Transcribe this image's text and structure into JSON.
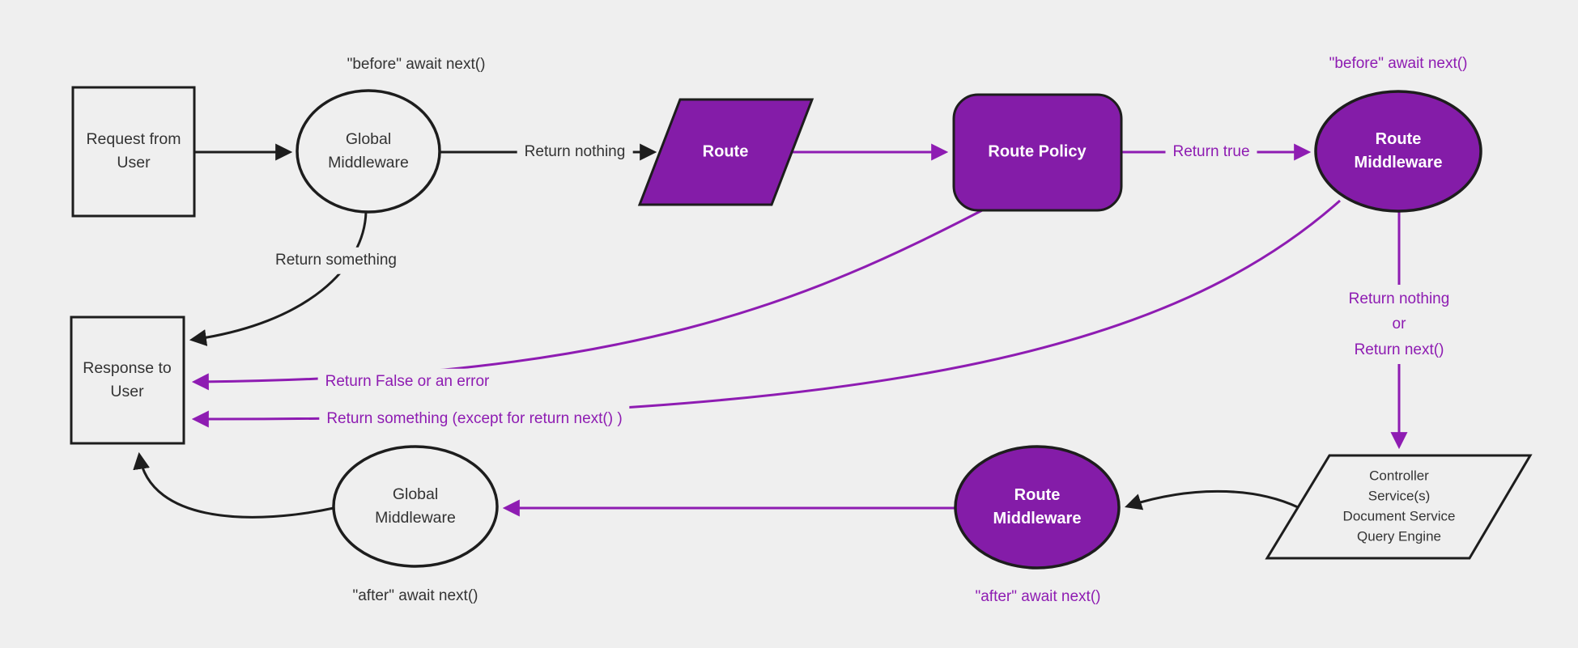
{
  "colors": {
    "bg": "#efefef",
    "ink": "#1d1d1d",
    "text_dark": "#333333",
    "purple_fill": "#841ca8",
    "purple_accent": "#8e1cb2",
    "white": "#ffffff"
  },
  "nodes": {
    "request": {
      "label": "Request from\nUser"
    },
    "global_mw_top": {
      "label": "Global\nMiddleware"
    },
    "route": {
      "label": "Route"
    },
    "route_policy": {
      "label": "Route Policy"
    },
    "route_mw_top": {
      "label": "Route\nMiddleware"
    },
    "response": {
      "label": "Response to\nUser"
    },
    "controller": {
      "label": "Controller\nService(s)\nDocument Service\nQuery Engine"
    },
    "route_mw_bottom": {
      "label": "Route\nMiddleware"
    },
    "global_mw_bottom": {
      "label": "Global\nMiddleware"
    }
  },
  "edge_labels": {
    "before_await_global": "\"before\" await next()",
    "before_await_route": "\"before\" await next()",
    "return_nothing": "Return nothing",
    "return_true": "Return true",
    "return_something": "Return something",
    "return_false_or_error": "Return False or an error",
    "return_something_except": "Return something (except for return next() )",
    "return_nothing_or_next": "Return nothing\nor\nReturn next()",
    "after_await_route": "\"after\" await next()",
    "after_await_global": "\"after\" await next()"
  }
}
